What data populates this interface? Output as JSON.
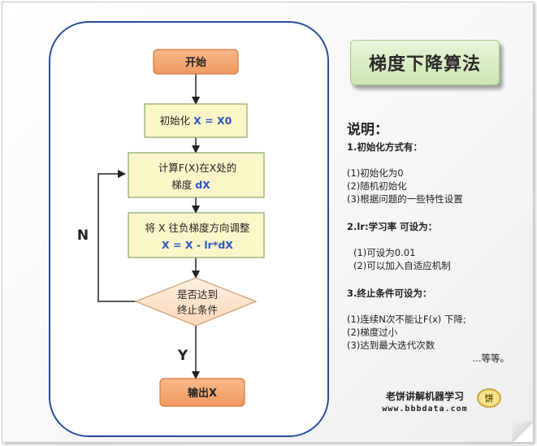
{
  "flowchart": {
    "start": "开始",
    "init_prefix": "初始化 ",
    "init_expr": "X = X0",
    "compute_line1": "计算F(X)在X处的",
    "compute_line2_label": "梯度  ",
    "compute_line2_value": "dX",
    "update_line1": "将 X 往负梯度方向调整",
    "update_line2": "X = X - lr*dX",
    "decision_line1": "是否达到",
    "decision_line2": "终止条件",
    "no_label": "N",
    "yes_label": "Y",
    "output": "输出X"
  },
  "title": "梯度下降算法",
  "notes": {
    "heading": "说明：",
    "sections": [
      {
        "title": "1.初始化方式有：",
        "items": [
          "(1)初始化为0",
          "(2)随机初始化",
          "(3)根据问题的一些特性设置"
        ]
      },
      {
        "title": "2.lr:学习率 可设为：",
        "items": [
          "(1)可设为0.01",
          "(2)可以加入自适应机制"
        ]
      },
      {
        "title": "3.终止条件可设为：",
        "items": [
          "(1)连续N次不能让F(x) 下降;",
          "(2)梯度过小",
          "(3)达到最大迭代次数"
        ]
      }
    ],
    "etc": "...等等。"
  },
  "footer": {
    "name": "老饼讲解机器学习",
    "url": "www.bbbdata.com",
    "badge": "饼"
  },
  "colors": {
    "orange_fill": "#f5a46e",
    "orange_stroke": "#d27a3c",
    "yellow_fill": "#fbf6c8",
    "yellow_stroke": "#88a868",
    "diamond_fill": "#fde4cf",
    "diamond_stroke": "#cc9a6a",
    "highlight_blue": "#2b57c8",
    "frame_stroke": "#2a4e9a",
    "title_fill": "#d4eabc"
  }
}
